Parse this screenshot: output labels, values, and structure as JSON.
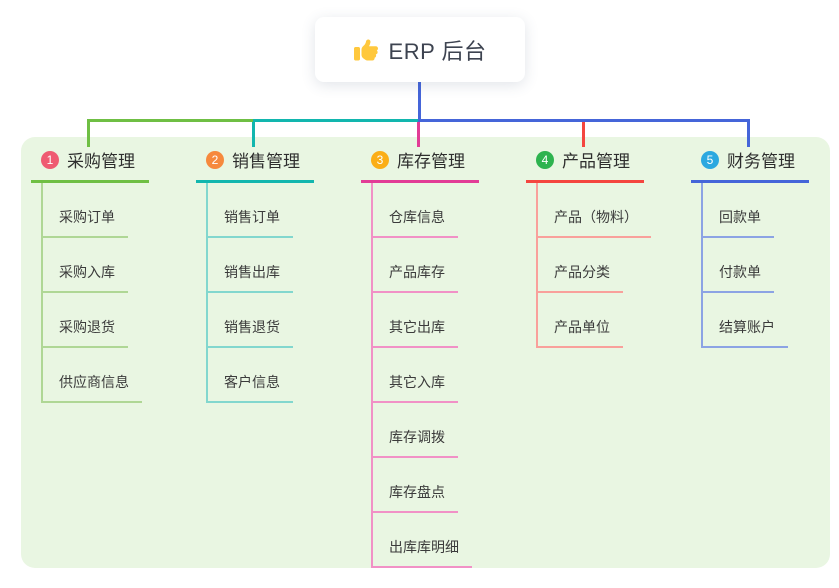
{
  "root": {
    "icon": "thumbs-up-icon",
    "title": "ERP 后台"
  },
  "branches": [
    {
      "index": "1",
      "title": "采购管理",
      "badge_color": "#EF5B72",
      "line_color": "#6FBF44",
      "child_line_color": "#AFD795",
      "children": [
        "采购订单",
        "采购入库",
        "采购退货",
        "供应商信息"
      ]
    },
    {
      "index": "2",
      "title": "销售管理",
      "badge_color": "#F6893D",
      "line_color": "#12B6AE",
      "child_line_color": "#82D7CE",
      "children": [
        "销售订单",
        "销售出库",
        "销售退货",
        "客户信息"
      ]
    },
    {
      "index": "3",
      "title": "库存管理",
      "badge_color": "#FBAE17",
      "line_color": "#E23C96",
      "child_line_color": "#F191C6",
      "children": [
        "仓库信息",
        "产品库存",
        "其它出库",
        "其它入库",
        "库存调拨",
        "库存盘点",
        "出库库明细"
      ]
    },
    {
      "index": "4",
      "title": "产品管理",
      "badge_color": "#2EB34F",
      "line_color": "#F4463F",
      "child_line_color": "#F9A09B",
      "children": [
        "产品（物料）",
        "产品分类",
        "产品单位"
      ]
    },
    {
      "index": "5",
      "title": "财务管理",
      "badge_color": "#2CA8E0",
      "line_color": "#4565D9",
      "child_line_color": "#8CA3E4",
      "children": [
        "回款单",
        "付款单",
        "结算账户"
      ]
    }
  ],
  "colors": {
    "canvas_bg": "#FFFFFF",
    "panel_bg": "#E9F6E2",
    "root_text": "#3D4350",
    "node_text": "#3B3B3B",
    "icon_color": "#FFC83D"
  }
}
